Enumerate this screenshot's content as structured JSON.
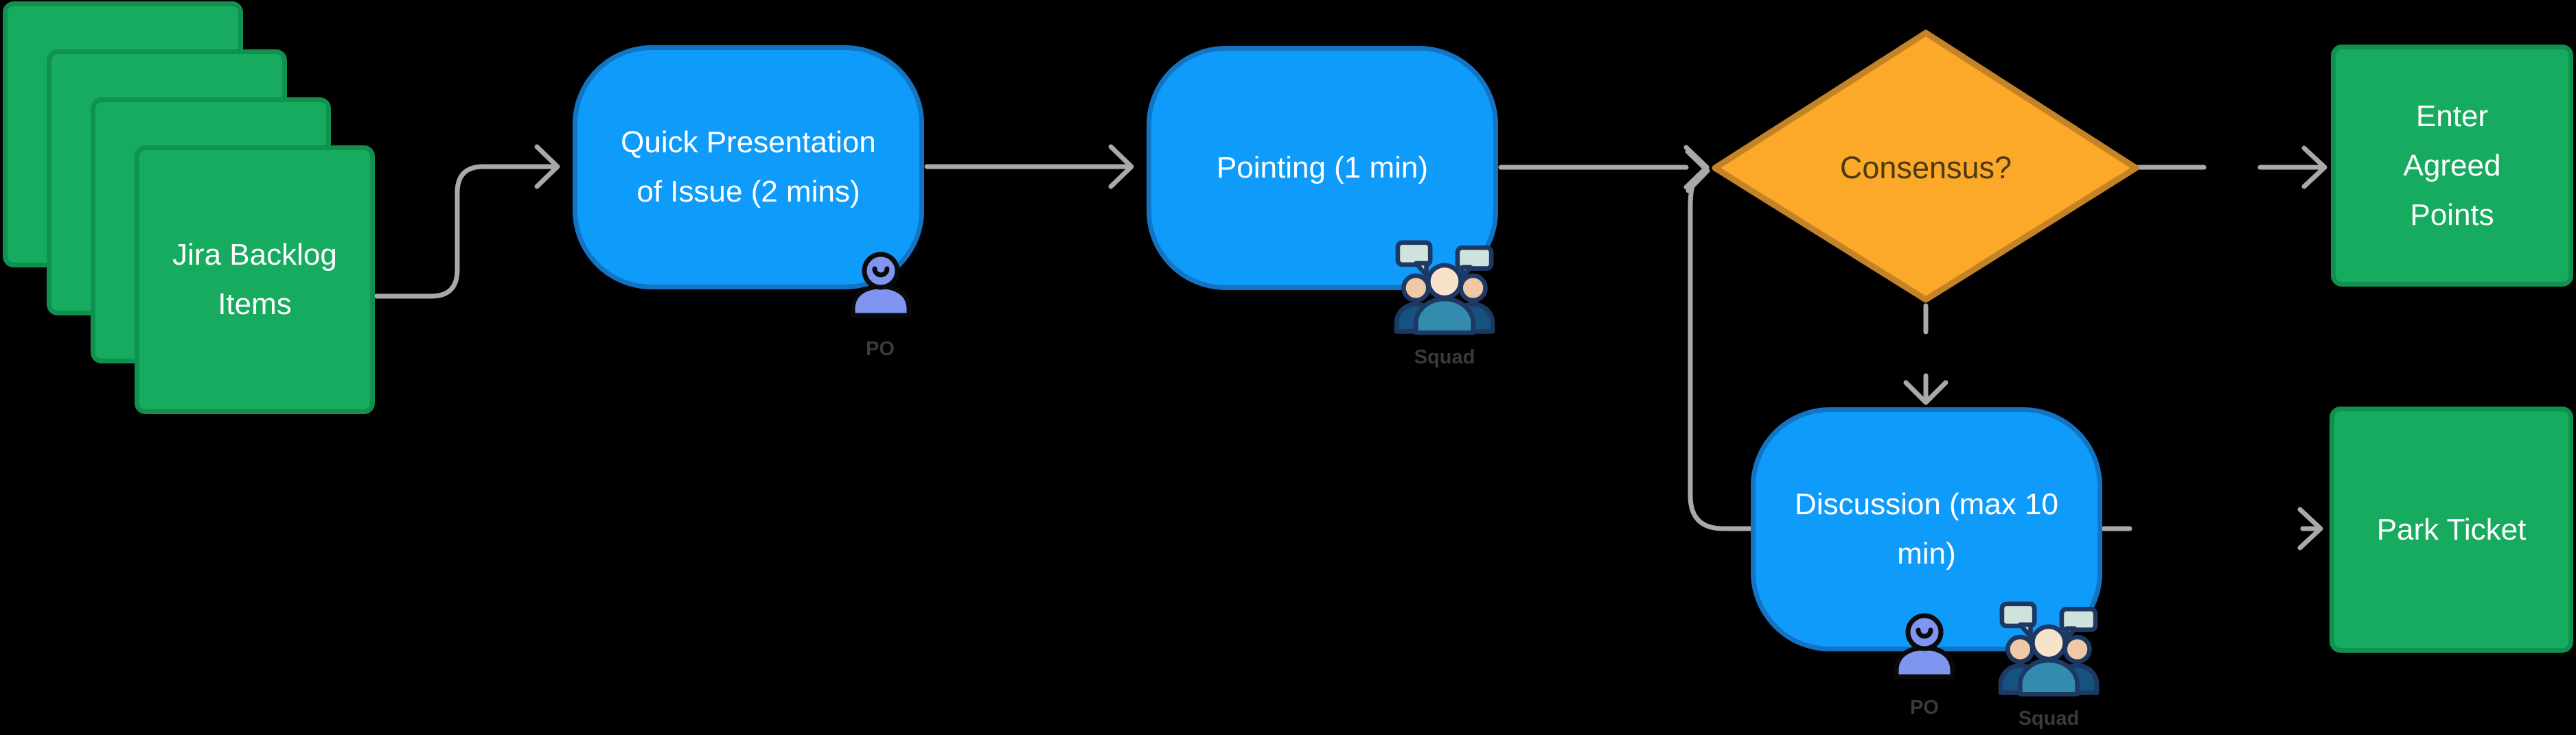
{
  "colors": {
    "background": "#000000",
    "node_blue_fill": "#0F9BFA",
    "node_blue_border": "#1474C4",
    "box_green_fill": "#17AB5F",
    "box_green_border": "#0F9150",
    "diamond_orange_fill": "#FCA828",
    "diamond_orange_border": "#C58327",
    "connector_gray": "#A9A9A9",
    "node_text": "#FFFFFF",
    "diamond_text": "#4A3A11",
    "actor_label": "#3A3A3A",
    "po_icon_fill": "#8095F0",
    "po_icon_outline": "#0A0A0A",
    "squad_outline": "#1D3863",
    "squad_center_body": "#338CAD",
    "squad_side_body": "#15527F",
    "squad_center_head": "#F8E2CA",
    "squad_side_head": "#EFC9A6",
    "squad_bubble": "#CFE2DB"
  },
  "nodes": {
    "jira_stack": {
      "lines": [
        "Jira Backlog",
        "Items"
      ]
    },
    "quick_presentation": {
      "lines": [
        "Quick Presentation",
        "of Issue (2 mins)"
      ],
      "actor": "PO"
    },
    "pointing": {
      "lines": [
        "Pointing (1 min)"
      ],
      "actor": "Squad"
    },
    "consensus": {
      "label": "Consensus?"
    },
    "enter_agreed_points": {
      "lines": [
        "Enter",
        "Agreed",
        "Points"
      ]
    },
    "discussion": {
      "lines": [
        "Discussion (max 10",
        "min)"
      ],
      "actors": {
        "po": "PO",
        "squad": "Squad"
      }
    },
    "park_ticket": {
      "label": "Park Ticket"
    }
  }
}
